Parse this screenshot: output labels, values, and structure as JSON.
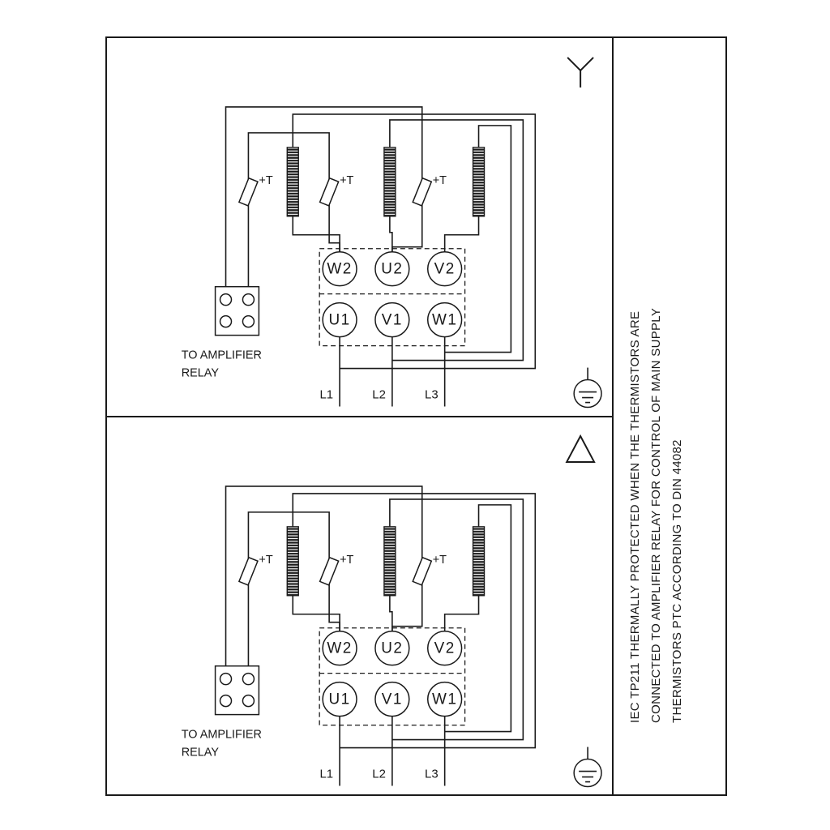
{
  "sections": [
    {
      "name": "star-connection",
      "symbol": "star-icon",
      "thermistors": [
        "+T",
        "+T",
        "+T"
      ],
      "terminals_top": [
        "W2",
        "U2",
        "V2"
      ],
      "terminals_bottom": [
        "U1",
        "V1",
        "W1"
      ],
      "relay_caption": [
        "TO AMPLIFIER",
        "RELAY"
      ],
      "supply": [
        "L1",
        "L2",
        "L3"
      ]
    },
    {
      "name": "delta-connection",
      "symbol": "delta-icon",
      "thermistors": [
        "+T",
        "+T",
        "+T"
      ],
      "terminals_top": [
        "W2",
        "U2",
        "V2"
      ],
      "terminals_bottom": [
        "U1",
        "V1",
        "W1"
      ],
      "relay_caption": [
        "TO AMPLIFIER",
        "RELAY"
      ],
      "supply": [
        "L1",
        "L2",
        "L3"
      ]
    }
  ],
  "side_note": {
    "lines": [
      "IEC TP211 THERMALLY PROTECTED WHEN THE THERMISTORS ARE",
      "CONNECTED TO AMPLIFIER RELAY FOR CONTROL OF MAIN SUPPLY",
      "THERMISTORS PTC ACCORDING TO DIN 44082"
    ]
  },
  "colors": {
    "ink": "#1a1a1a",
    "background": "#ffffff"
  }
}
